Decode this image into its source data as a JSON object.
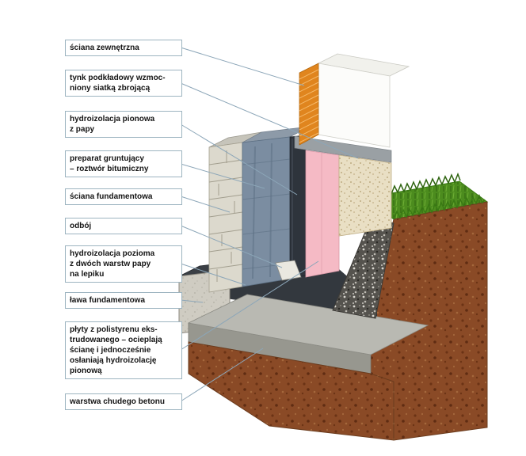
{
  "diagram": {
    "title_hidden": "",
    "labels": [
      {
        "id": "sciana-zewnetrzna",
        "text": "ściana zewnętrzna"
      },
      {
        "id": "tynk-podkladowy",
        "text": "tynk podkładowy wzmoc-\nniony siatką zbrojącą"
      },
      {
        "id": "hydroizolacja-pionowa",
        "text": "hydroizolacja pionowa\nz papy"
      },
      {
        "id": "preparat-gruntujacy",
        "text": "preparat gruntujący\n– roztwór bitumiczny"
      },
      {
        "id": "sciana-fundamentowa",
        "text": "ściana fundamentowa"
      },
      {
        "id": "odboj",
        "text": "odbój"
      },
      {
        "id": "hydroizolacja-pozioma",
        "text": "hydroizolacja pozioma\nz dwóch warstw papy\nna lepiku"
      },
      {
        "id": "lawa-fundamentowa",
        "text": "ława fundamentowa"
      },
      {
        "id": "plyty-polistyren",
        "text": "płyty z polistyrenu eks-\ntrudowanego – ocieplają\nścianę i jednocześnie\nosłaniają hydroizolację\npionową"
      },
      {
        "id": "warstwa-chudego-betonu",
        "text": "warstwa chudego betonu"
      }
    ],
    "colors": {
      "brick": "#e0851e",
      "brick_line": "#f5b96a",
      "insulation": "#fcfcfa",
      "insulation_top": "#f1f1ec",
      "cap": "#9aa0a4",
      "plaster": "#e9dfc4",
      "xps": "#f5bac5",
      "xps_seam": "#e5a7b4",
      "membrane": "#2e343c",
      "primed_wall": "#7b8da1",
      "blocks": "#dcd9cd",
      "deflector": "#eae8e0",
      "footing": "#cfccc2",
      "footing_top": "#3a3f45",
      "membrane_horizontal": "#33383e",
      "slab_top": "#b9b9b2",
      "slab_front": "#97978f",
      "slab_side": "#a5a49c",
      "gravel": "#55534e",
      "soil": "#8a4a26",
      "grass": "#4c8c1e",
      "foundation_top_light": "#c6c4ba",
      "foundation_top_blue": "#8d9aa8",
      "leader": "#8ca6b8",
      "label_border": "#9db4c0",
      "label_text": "#141414"
    }
  }
}
